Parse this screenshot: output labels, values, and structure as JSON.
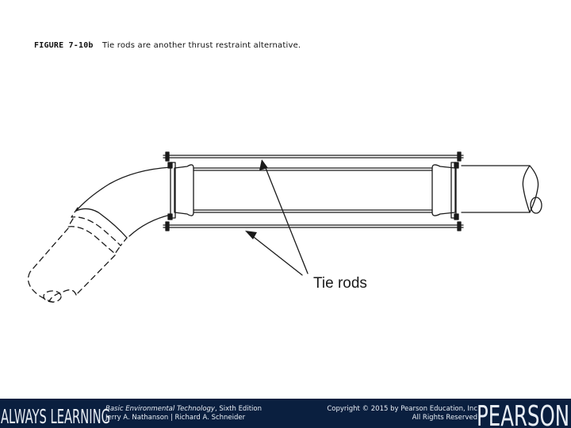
{
  "caption": {
    "figure_number": "FIGURE 7-10b",
    "text": "Tie rods are another thrust restraint alternative."
  },
  "figure": {
    "label": "Tie rods"
  },
  "footer": {
    "brand_left": "ALWAYS LEARNING",
    "book_title": "Basic Environmental Technology",
    "book_edition": ", Sixth Edition",
    "authors": "Jerry A. Nathanson | Richard A. Schneider",
    "copyright": "Copyright © 2015 by Pearson Education, Inc",
    "rights": "All Rights Reserved",
    "logo": "PEARSON",
    "colors": {
      "background": "#0a1f3f",
      "text": "#e8eef5"
    }
  }
}
